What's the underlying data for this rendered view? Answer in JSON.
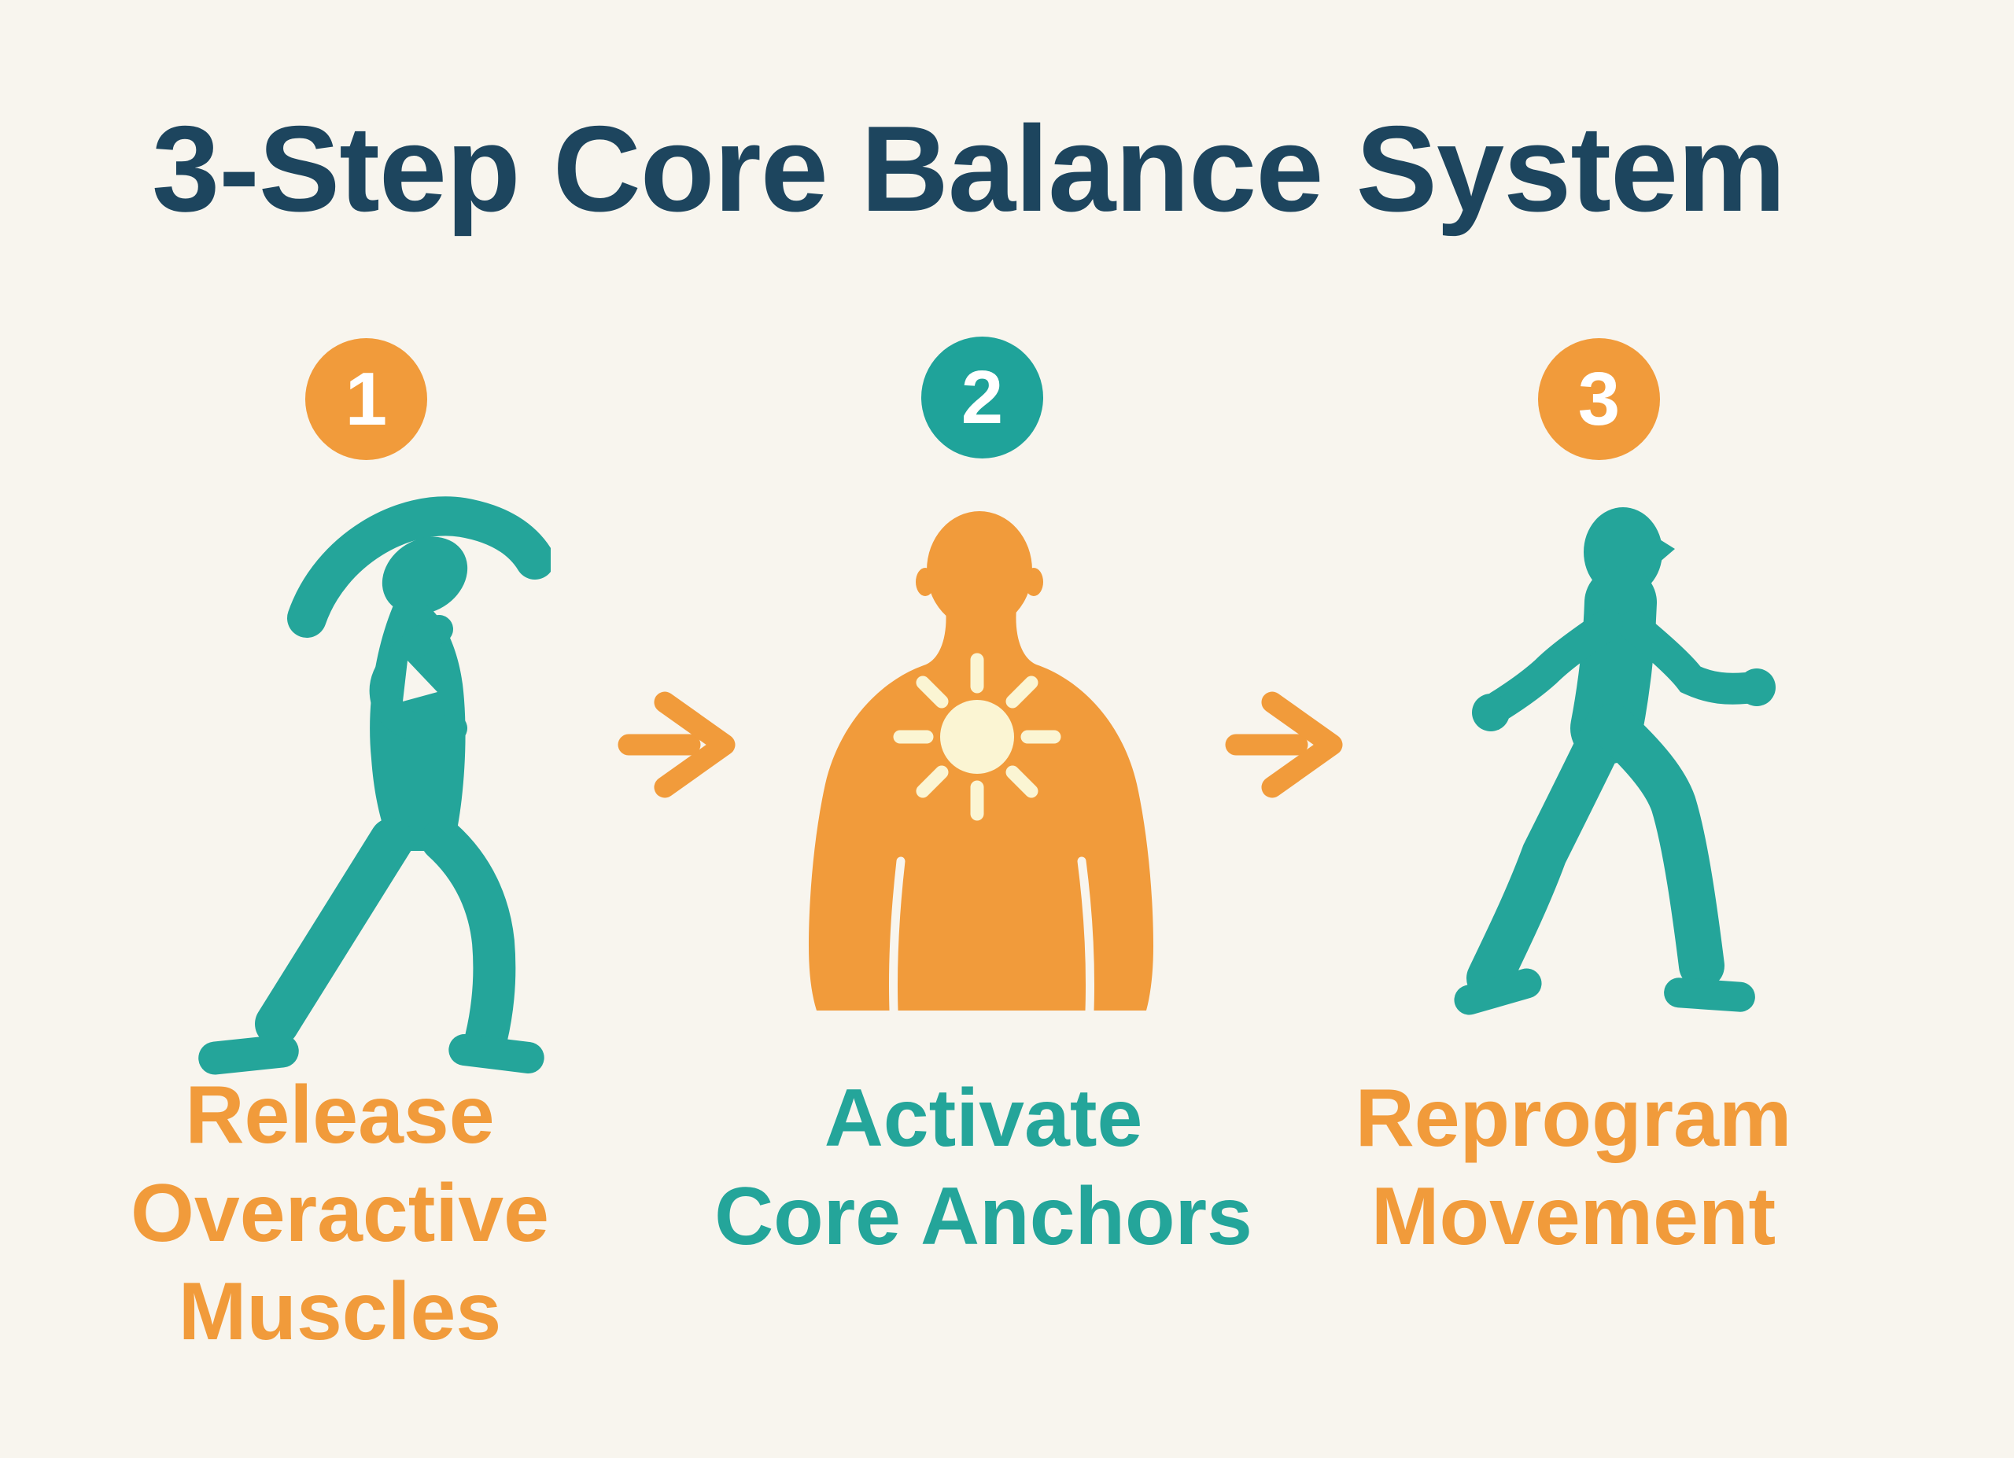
{
  "title": "3-Step Core Balance System",
  "colors": {
    "background": "#F8F5EE",
    "title_text": "#1D455E",
    "orange": "#F19B3B",
    "teal": "#24A59A",
    "sun_glow": "#FBF5D3",
    "badge_number_text": "#FFFFFF"
  },
  "steps": [
    {
      "number": "1",
      "badge_color": "#F19B3B",
      "icon": "side-stretch-figure-icon",
      "icon_color": "#24A59A",
      "label_lines": [
        "Release",
        "Overactive",
        "Muscles"
      ],
      "label_color": "#F19B3B"
    },
    {
      "number": "2",
      "badge_color": "#1FA39A",
      "icon": "torso-core-glow-icon",
      "icon_color": "#F19B3B",
      "label_lines": [
        "Activate",
        "Core Anchors"
      ],
      "label_color": "#24A59A"
    },
    {
      "number": "3",
      "badge_color": "#F19B3B",
      "icon": "walking-figure-icon",
      "icon_color": "#24A59A",
      "label_lines": [
        "Reprogram",
        "Movement"
      ],
      "label_color": "#F19B3B"
    }
  ],
  "arrows": [
    {
      "icon": "arrow-right-icon",
      "color": "#F19B3B"
    },
    {
      "icon": "arrow-right-icon",
      "color": "#F19B3B"
    }
  ]
}
